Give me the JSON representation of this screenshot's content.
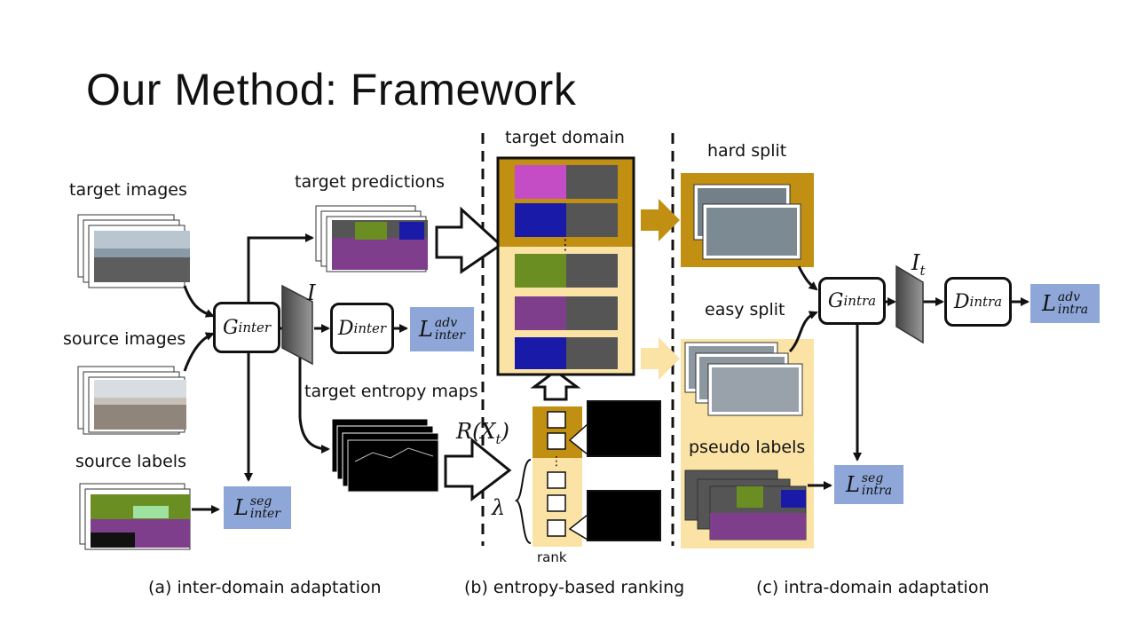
{
  "title": "Our Method: Framework",
  "labels": {
    "target_images": "target images",
    "source_images": "source images",
    "source_labels": "source labels",
    "target_predictions": "target predictions",
    "target_entropy_maps": "target entropy maps",
    "target_domain": "target domain",
    "hard_split": "hard split",
    "easy_split": "easy split",
    "pseudo_labels": "pseudo labels",
    "rank": "rank"
  },
  "modules": {
    "g_inter": {
      "base": "G",
      "sub": "inter"
    },
    "d_inter": {
      "base": "D",
      "sub": "inter"
    },
    "g_intra": {
      "base": "G",
      "sub": "intra"
    },
    "d_intra": {
      "base": "D",
      "sub": "intra"
    }
  },
  "symbols": {
    "i": "I",
    "i_t_base": "I",
    "i_t_sub": "t",
    "r_xt": "R(X",
    "r_xt_sub": "t",
    "r_xt_close": ")",
    "lambda": "λ"
  },
  "losses": {
    "adv_inter": {
      "script": "L",
      "sup": "adv",
      "sub": "inter"
    },
    "seg_inter": {
      "script": "L",
      "sup": "seg",
      "sub": "inter"
    },
    "adv_intra": {
      "script": "L",
      "sup": "adv",
      "sub": "intra"
    },
    "seg_intra": {
      "script": "L",
      "sup": "seg",
      "sub": "intra"
    }
  },
  "captions": {
    "a": "(a) inter-domain adaptation",
    "b": "(b) entropy-based ranking",
    "c": "(c) intra-domain adaptation"
  },
  "colors": {
    "loss_fill": "#8ea7d8",
    "hard_gold": "#c18f12",
    "easy_cream": "#fbe3a6",
    "road_purple": "#7e3e8c",
    "sky_gray": "#5a5a5a",
    "veg_green": "#6b8e23",
    "car_blue": "#1a1aa8"
  }
}
